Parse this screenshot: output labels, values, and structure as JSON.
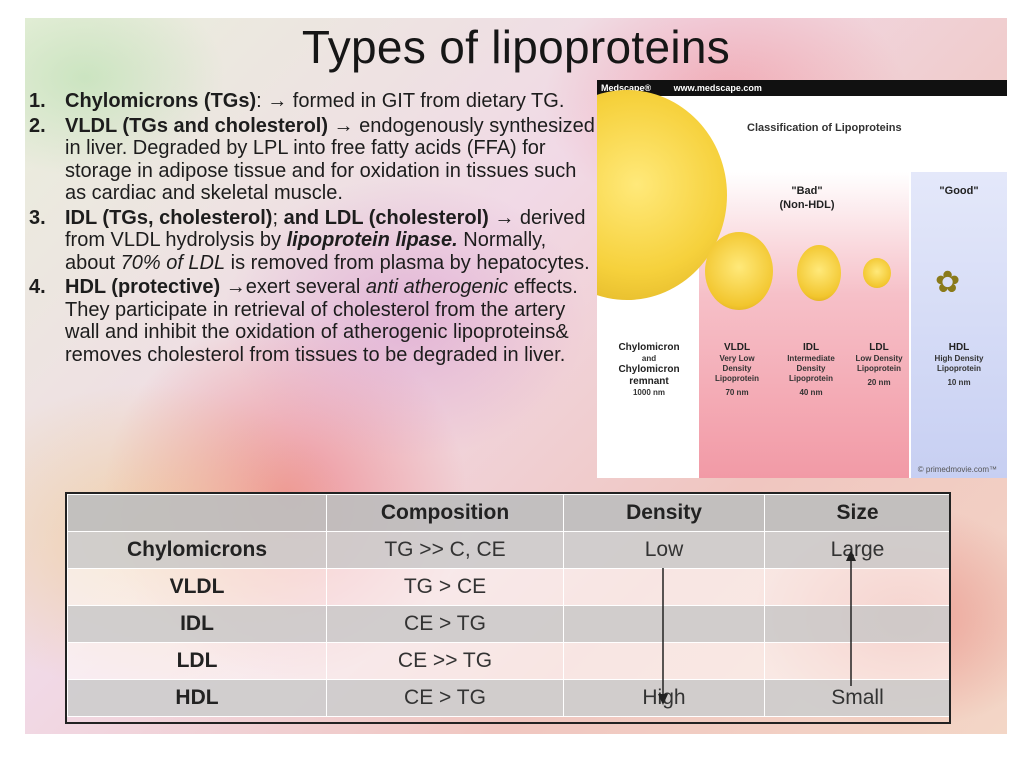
{
  "title": "Types of lipoproteins",
  "points": [
    {
      "num": "1.",
      "head": "Chylomicrons (TGs)",
      "tail": ": → formed in GIT from dietary TG."
    },
    {
      "num": "2.",
      "head": "VLDL (TGs and cholesterol)",
      "tail": " → endogenously synthesized in liver. Degraded by LPL into free fatty acids (FFA) for storage in adipose tissue and for oxidation in tissues such as cardiac and skeletal muscle."
    },
    {
      "num": "3.",
      "head": "IDL (TGs, cholesterol)",
      "mid": "; ",
      "head2": "and LDL (cholesterol)",
      "tail": " → derived from VLDL hydrolysis by ",
      "em": "lipoprotein lipase.",
      "tail2": " Normally, about ",
      "it": "70% of LDL",
      "tail3": " is removed from plasma by hepatocytes."
    },
    {
      "num": "4.",
      "head": "HDL (protective)",
      "tail": " →exert several ",
      "it": "anti atherogenic",
      "tail2": " effects. They participate in retrieval of cholesterol from the artery wall and inhibit the oxidation of atherogenic lipoproteins& removes cholesterol from tissues to be degraded in liver."
    }
  ],
  "figure": {
    "header_left": "Medscape®",
    "header_url": "www.medscape.com",
    "title": "Classification of Lipoproteins",
    "bad_label": "\"Bad\"",
    "bad_sub": "(Non-HDL)",
    "good_label": "\"Good\"",
    "credit": "© primedmovie.com™",
    "particles": [
      {
        "name": "Chylomicron",
        "sub": "and",
        "name2": "Chylomicron",
        "name3": "remnant",
        "size": "1000 nm"
      },
      {
        "name": "VLDL",
        "desc": "Very Low Density Lipoprotein",
        "size": "70 nm"
      },
      {
        "name": "IDL",
        "desc": "Intermediate Density Lipoprotein",
        "size": "40 nm"
      },
      {
        "name": "LDL",
        "desc": "Low Density Lipoprotein",
        "size": "20 nm"
      },
      {
        "name": "HDL",
        "desc": "High Density Lipoprotein",
        "size": "10 nm"
      }
    ]
  },
  "table": {
    "headers": [
      "",
      "Composition",
      "Density",
      "Size"
    ],
    "rows": [
      [
        "Chylomicrons",
        "TG >> C, CE",
        "Low",
        "Large"
      ],
      [
        "VLDL",
        "TG > CE",
        "",
        ""
      ],
      [
        "IDL",
        "CE > TG",
        "",
        ""
      ],
      [
        "LDL",
        "CE >> TG",
        "",
        ""
      ],
      [
        "HDL",
        "CE > TG",
        "High",
        "Small"
      ]
    ]
  }
}
